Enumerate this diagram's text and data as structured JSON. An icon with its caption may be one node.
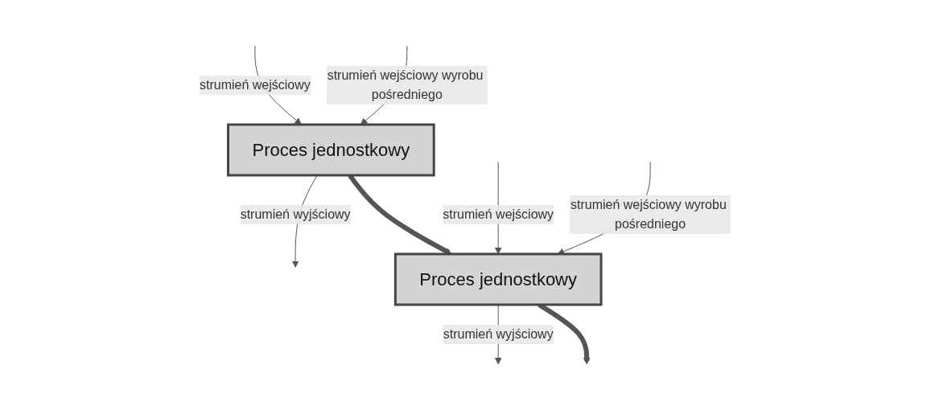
{
  "diagram": {
    "nodes": [
      {
        "text": [
          "Proces jednostkowy"
        ]
      },
      {
        "text": [
          "Proces jednostkowy"
        ]
      }
    ],
    "edges": [
      {
        "from": null,
        "to": 0,
        "arrow": "to",
        "label": "strumień wejściowy"
      },
      {
        "from": 0,
        "to": null,
        "arrow": "to",
        "label": "strumień wyjściowy"
      },
      {
        "from": 0,
        "to": 1,
        "arrow": "to",
        "style": "thick"
      },
      {
        "from": null,
        "to": 0,
        "arrow": "to",
        "label": "strumień wejściowy wyrobu pośredniego"
      },
      {
        "from": null,
        "to": 1,
        "arrow": "to",
        "label": "strumień wejściowy"
      },
      {
        "from": 1,
        "to": null,
        "arrow": "to",
        "label": "strumień wyjściowy"
      },
      {
        "from": 1,
        "to": null,
        "arrow": "to",
        "style": "thick"
      },
      {
        "from": null,
        "to": 1,
        "arrow": "to",
        "label": "strumień wejściowy wyrobu pośredniego"
      }
    ]
  }
}
